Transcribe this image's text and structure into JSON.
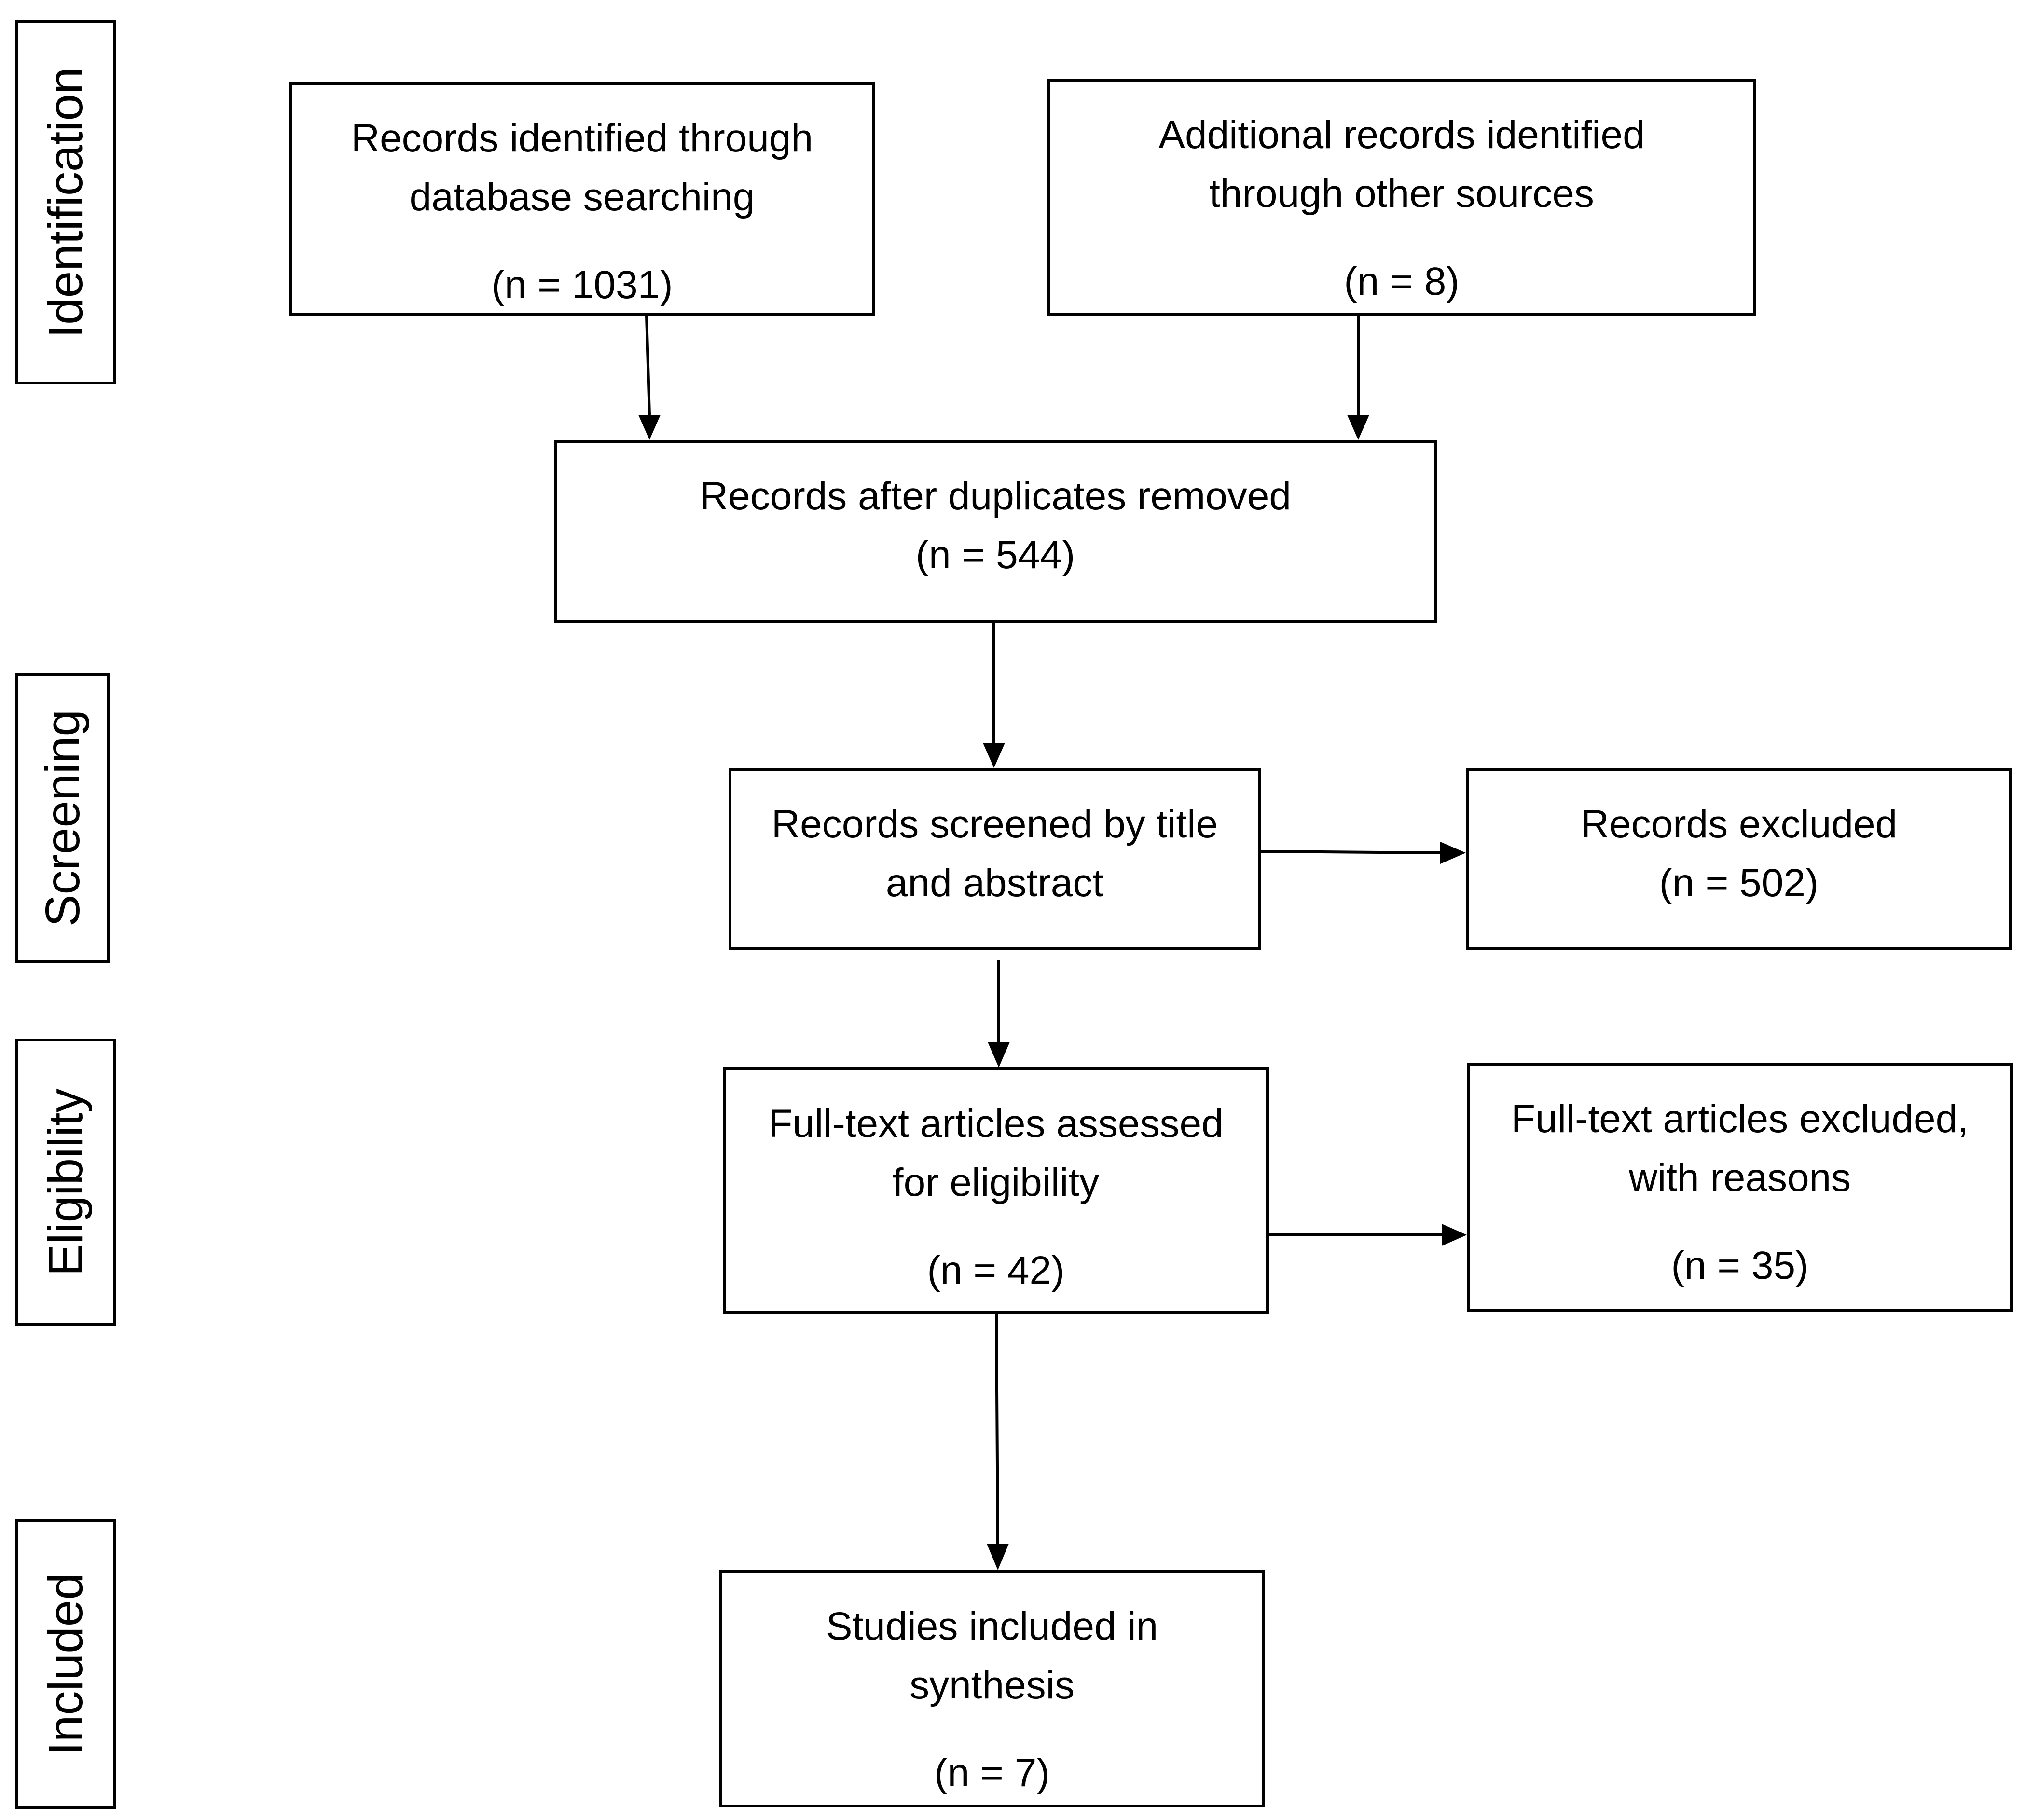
{
  "stages": {
    "identification": "Identification",
    "screening": "Screening",
    "eligibility": "Eligibility",
    "included": "Included"
  },
  "boxes": {
    "database_records": {
      "line1": "Records identified through",
      "line2": "database searching",
      "count": "(n = 1031)"
    },
    "other_sources": {
      "line1": "Additional records identified",
      "line2": "through other sources",
      "count": "(n = 8)"
    },
    "duplicates_removed": {
      "line1": "Records after duplicates removed",
      "count": "(n = 544)"
    },
    "screened": {
      "line1": "Records screened by title",
      "line2": "and abstract"
    },
    "excluded": {
      "line1": "Records excluded",
      "count": "(n = 502)"
    },
    "fulltext_assessed": {
      "line1": "Full-text articles assessed",
      "line2": "for eligibility",
      "count": "(n = 42)"
    },
    "fulltext_excluded": {
      "line1": "Full-text articles excluded,",
      "line2": "with reasons",
      "count": "(n = 35)"
    },
    "included_studies": {
      "line1": "Studies included in",
      "line2": "synthesis",
      "count": "(n = 7)"
    }
  }
}
